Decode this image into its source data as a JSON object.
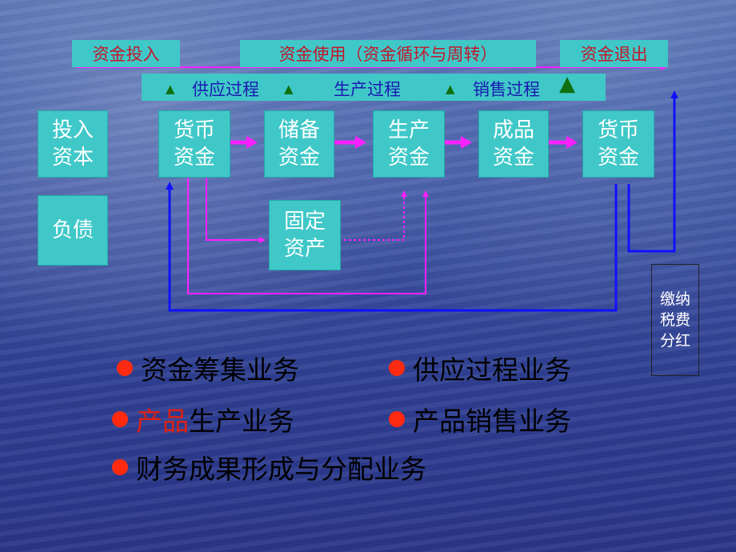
{
  "header": {
    "invest": "资金投入",
    "use": "资金使用（资金循环与周转）",
    "exit": "资金退出"
  },
  "phases": {
    "supply": "供应过程",
    "production": "生产过程",
    "sales": "销售过程"
  },
  "boxes": {
    "capital": "投入\n资本",
    "liability": "负债",
    "money1": "货币\n资金",
    "reserve": "储备\n资金",
    "production": "生产\n资金",
    "finished": "成品\n资金",
    "money2": "货币\n资金",
    "fixed_assets": "固定\n资产",
    "tax": "缴纳\n税费\n分红"
  },
  "bullets": {
    "b1": "资金筹集业务",
    "b2": "供应过程业务",
    "b3_red": "产品",
    "b3_rest": "生产业务",
    "b4": "产品销售业务",
    "b5": "财务成果形成与分配业务"
  },
  "colors": {
    "box": "#40c8c8",
    "header_text": "#c0182a",
    "arrow_magenta": "#ff20ff",
    "arrow_blue": "#1010ff",
    "bullet": "#ff2a10"
  }
}
